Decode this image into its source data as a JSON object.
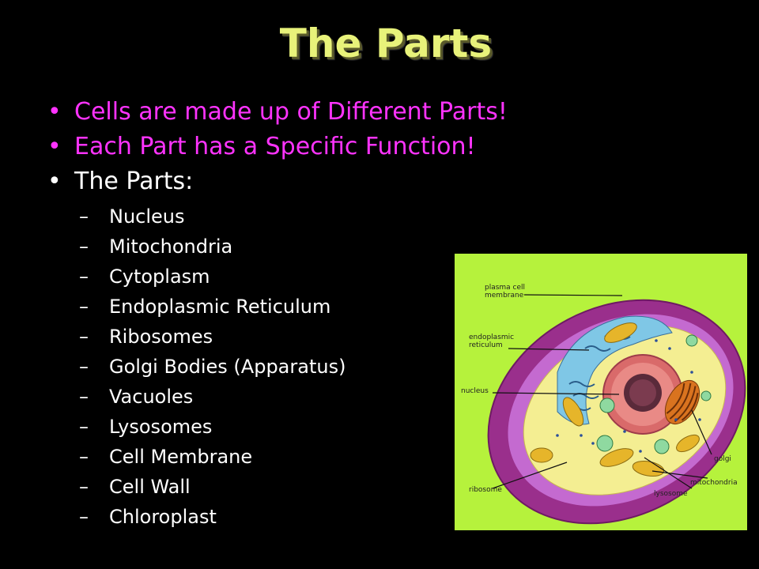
{
  "slide": {
    "title": "The Parts",
    "bullets": [
      {
        "text": "Cells are made up of Different Parts!",
        "marker": "•",
        "color": "#ff33ff"
      },
      {
        "text": "Each Part has a Specific Function!",
        "marker": "•",
        "color": "#ff33ff"
      },
      {
        "text": "The Parts:",
        "marker": "•",
        "color": "#ffffff"
      }
    ],
    "sub_marker": "–",
    "parts": [
      "Nucleus",
      "Mitochondria",
      "Cytoplasm",
      "Endoplasmic Reticulum",
      "Ribosomes",
      "Golgi Bodies (Apparatus)",
      "Vacuoles",
      "Lysosomes",
      "Cell Membrane",
      "Cell Wall",
      "Chloroplast"
    ]
  },
  "diagram": {
    "background": "#b6f23c",
    "labels": {
      "plasma_membrane_1": "plasma cell",
      "plasma_membrane_2": "membrane",
      "er_1": "endoplasmic",
      "er_2": "reticulum",
      "nucleus": "nucleus",
      "golgi": "golgi",
      "mitochondria": "mitochondria",
      "ribosome": "ribosome",
      "lysosome": "lysosome"
    }
  },
  "colors": {
    "title": "#e8f27a",
    "accent": "#ff33ff",
    "text": "#ffffff",
    "background": "#000000"
  }
}
